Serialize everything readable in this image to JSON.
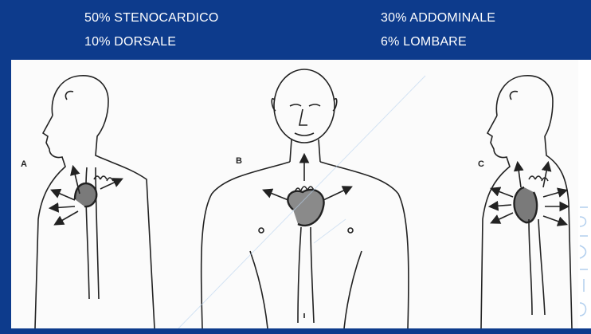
{
  "header": {
    "stats": [
      {
        "label": "50% STENOCARDICO"
      },
      {
        "label": "30% ADDOMINALE"
      },
      {
        "label": "10% DORSALE"
      },
      {
        "label": "6% LOMBARE"
      }
    ]
  },
  "figures": [
    {
      "letter": "A"
    },
    {
      "letter": "B"
    },
    {
      "letter": "C"
    }
  ],
  "colors": {
    "header_bg": "#0d3b8c",
    "header_text": "#ffffff",
    "line": "#222222",
    "watermark": "#9fc3ea"
  }
}
